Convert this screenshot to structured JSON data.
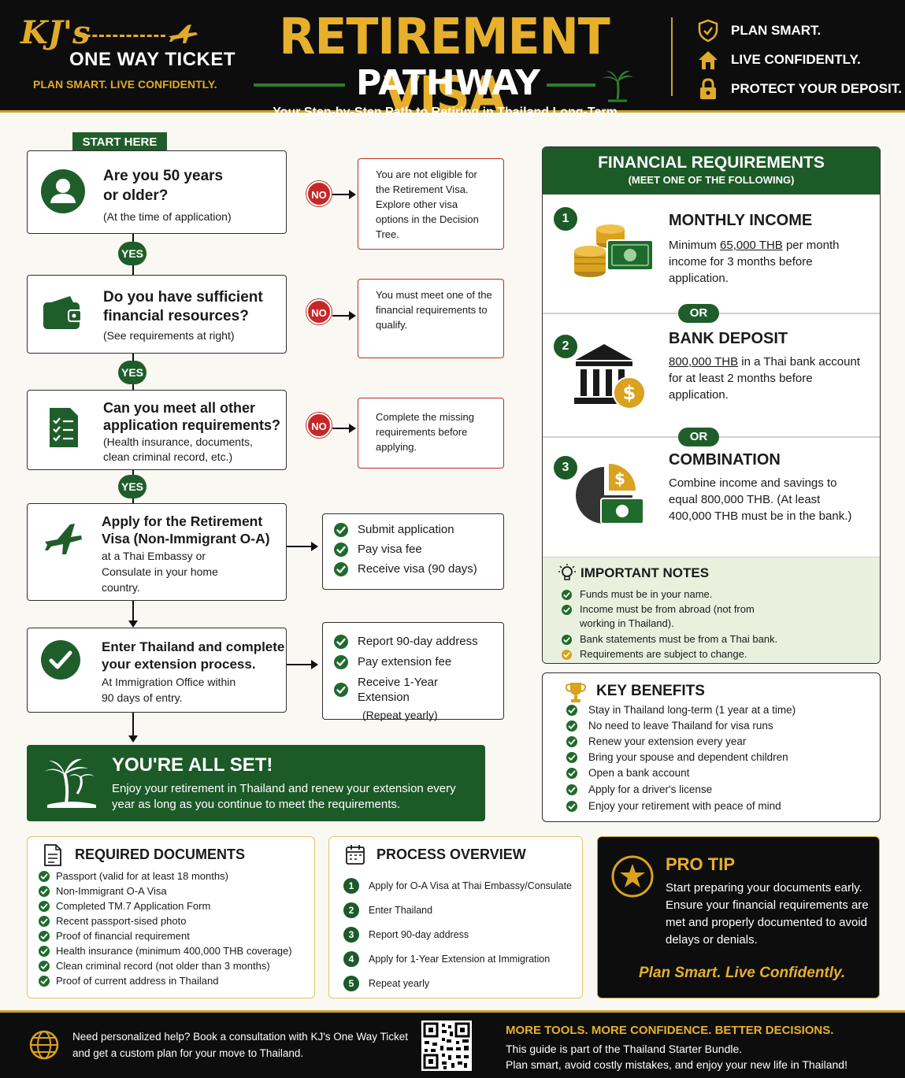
{
  "header": {
    "logo_kj": "KJ's",
    "logo_name": "ONE WAY TICKET",
    "logo_tagline": "PLAN SMART. LIVE CONFIDENTLY.",
    "title_line1": "RETIREMENT VISA",
    "title_line2": "PATHWAY",
    "subtitle": "Your Step-by-Step Path to Retiring in Thailand Long-Term",
    "mottos": [
      "PLAN SMART.",
      "LIVE CONFIDENTLY.",
      "PROTECT YOUR DEPOSIT."
    ],
    "accent_gold": "#e7b02c",
    "accent_green": "#1c5a28"
  },
  "flow": {
    "start_label": "START HERE",
    "no_label": "NO",
    "yes_label": "YES",
    "q1": {
      "title_a": "Are you 50 years",
      "title_b": "or older?",
      "sub": "(At the time of application)",
      "no_text": "You are not eligible for the Retirement Visa. Explore other visa options in the Decision Tree."
    },
    "q2": {
      "title_a": "Do you have sufficient",
      "title_b": "financial resources?",
      "sub": "(See requirements at right)",
      "no_text": "You must meet one of the financial requirements to qualify."
    },
    "q3": {
      "title_a": "Can you meet all other",
      "title_b": "application requirements?",
      "sub_a": "(Health insurance, documents,",
      "sub_b": "clean criminal record, etc.)",
      "no_text": "Complete the missing requirements before applying."
    },
    "step1": {
      "title_a": "Apply for the Retirement",
      "title_b": "Visa (Non-Immigrant O-A)",
      "sub_a": "at a Thai Embassy or",
      "sub_b": "Consulate in your home",
      "sub_c": "country.",
      "checks": [
        "Submit application",
        "Pay visa fee",
        "Receive visa (90 days)"
      ]
    },
    "step2": {
      "title_a": "Enter Thailand and complete",
      "title_b": "your extension process.",
      "sub_a": "At Immigration Office within",
      "sub_b": "90 days of entry.",
      "checks": [
        "Report 90-day address",
        "Pay extension fee",
        "Receive 1-Year Extension"
      ],
      "note": "(Repeat yearly)"
    },
    "all_set": {
      "title": "YOU'RE ALL SET!",
      "body": "Enjoy your retirement in Thailand and renew your extension every year as long as you continue to meet the requirements."
    }
  },
  "financial": {
    "title": "FINANCIAL REQUIREMENTS",
    "subtitle": "(MEET ONE OF THE FOLLOWING)",
    "or_label": "OR",
    "options": [
      {
        "num": "1",
        "title": "MONTHLY INCOME",
        "pre": "Minimum ",
        "amount": "65,000 THB",
        "post": " per month income for 3 months before application."
      },
      {
        "num": "2",
        "title": "BANK DEPOSIT",
        "pre": "",
        "amount": "800,000 THB",
        "post": " in a Thai bank account for at least 2 months before application."
      },
      {
        "num": "3",
        "title": "COMBINATION",
        "pre": "",
        "amount": "",
        "post": "Combine income and savings to equal 800,000 THB. (At least 400,000 THB must be in the bank.)"
      }
    ],
    "notes_title": "IMPORTANT NOTES",
    "notes": [
      "Funds must be in your name.",
      "Income must be from abroad (not from working in Thailand).",
      "Bank statements must be from a Thai bank.",
      "Requirements are subject to change."
    ]
  },
  "benefits": {
    "title": "KEY BENEFITS",
    "items": [
      "Stay in Thailand long-term (1 year at a time)",
      "No need to leave Thailand for visa  runs",
      "Renew your extension every year",
      "Bring your spouse and dependent children",
      "Open a bank account",
      "Apply for a driver's license",
      "Enjoy your retirement with peace of mind"
    ]
  },
  "documents": {
    "title": "REQUIRED DOCUMENTS",
    "items": [
      "Passport (valid for at least 18 months)",
      "Non-Immigrant O-A Visa",
      "Completed TM.7 Application Form",
      "Recent passport-sised photo",
      "Proof of financial requirement",
      "Health insurance (minimum 400,000 THB coverage)",
      "Clean criminal record (not older than 3 months)",
      "Proof of current address in Thailand"
    ]
  },
  "process": {
    "title": "PROCESS OVERVIEW",
    "steps": [
      {
        "num": "1",
        "text": "Apply for O-A Visa at Thai Embassy/Consulate"
      },
      {
        "num": "2",
        "text": "Enter Thailand"
      },
      {
        "num": "3",
        "text": "Report 90-day address"
      },
      {
        "num": "4",
        "text": "Apply for 1-Year Extension at Immigration"
      },
      {
        "num": "5",
        "text": "Repeat yearly"
      }
    ]
  },
  "protip": {
    "title": "PRO TIP",
    "body": "Start preparing your documents early. Ensure your financial requirements are met and properly documented to avoid delays or denials.",
    "footer": "Plan Smart. Live Confidently."
  },
  "footer": {
    "left_text": "Need personalized help? Book a consultation with KJ's One Way Ticket and get a custom plan for your move to Thailand.",
    "right_title": "MORE TOOLS. MORE CONFIDENCE. BETTER DECISIONS.",
    "right_line1": "This guide is part of the Thailand Starter Bundle.",
    "right_line2": "Plan smart, avoid costly mistakes, and enjoy your new life in Thailand!"
  }
}
